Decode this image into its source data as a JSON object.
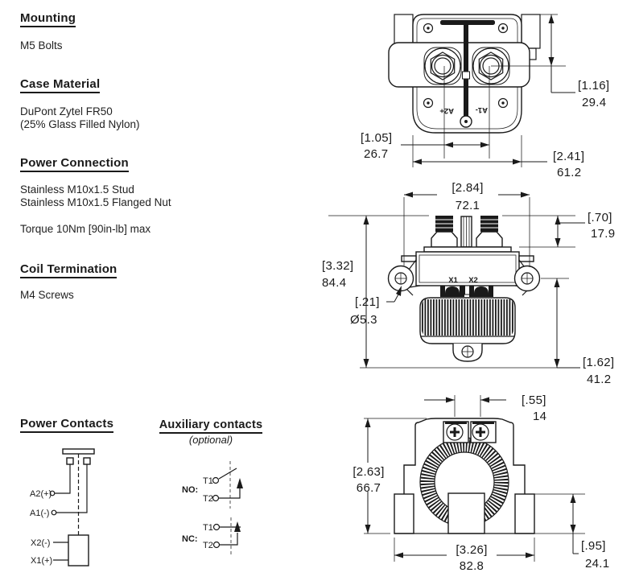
{
  "specs": {
    "mounting": {
      "heading": "Mounting",
      "line1": "M5 Bolts"
    },
    "case_material": {
      "heading": "Case Material",
      "line1": "DuPont Zytel FR50",
      "line2": "(25% Glass Filled Nylon)"
    },
    "power_connection": {
      "heading": "Power Connection",
      "line1": "Stainless M10x1.5 Stud",
      "line2": "Stainless M10x1.5 Flanged Nut",
      "line3": "Torque 10Nm [90in-lb] max"
    },
    "coil_termination": {
      "heading": "Coil Termination",
      "line1": "M4 Screws"
    }
  },
  "power_contacts": {
    "heading": "Power Contacts",
    "a2": "A2(+)",
    "a1": "A1(-)",
    "x2": "X2(-)",
    "x1": "X1(+)"
  },
  "aux_contacts": {
    "heading": "Auxiliary contacts",
    "subheading": "(optional)",
    "no": "NO:",
    "nc": "NC:",
    "t1": "T1",
    "t2": "T2"
  },
  "top_view": {
    "label_a2": "A2+",
    "label_a1": "A1-",
    "dim_height_in": "[1.16]",
    "dim_height_mm": "29.4",
    "dim_stud_in": "[1.05]",
    "dim_stud_mm": "26.7",
    "dim_width_in": "[2.41]",
    "dim_width_mm": "61.2"
  },
  "front_view": {
    "label_x1": "X1",
    "label_x2": "X2",
    "dim_width_in": "[2.84]",
    "dim_width_mm": "72.1",
    "dim_stud_in": "[.70]",
    "dim_stud_mm": "17.9",
    "dim_height_in": "[3.32]",
    "dim_height_mm": "84.4",
    "dim_hole_in": "[.21]",
    "dim_hole_mm": "Ø5.3",
    "dim_lower_in": "[1.62]",
    "dim_lower_mm": "41.2"
  },
  "side_view": {
    "dim_screw_in": "[.55]",
    "dim_screw_mm": "14",
    "dim_height_in": "[2.63]",
    "dim_height_mm": "66.7",
    "dim_width_in": "[3.26]",
    "dim_width_mm": "82.8",
    "dim_foot_in": "[.95]",
    "dim_foot_mm": "24.1"
  },
  "colors": {
    "ink": "#1a1a1a",
    "bg": "#ffffff"
  }
}
